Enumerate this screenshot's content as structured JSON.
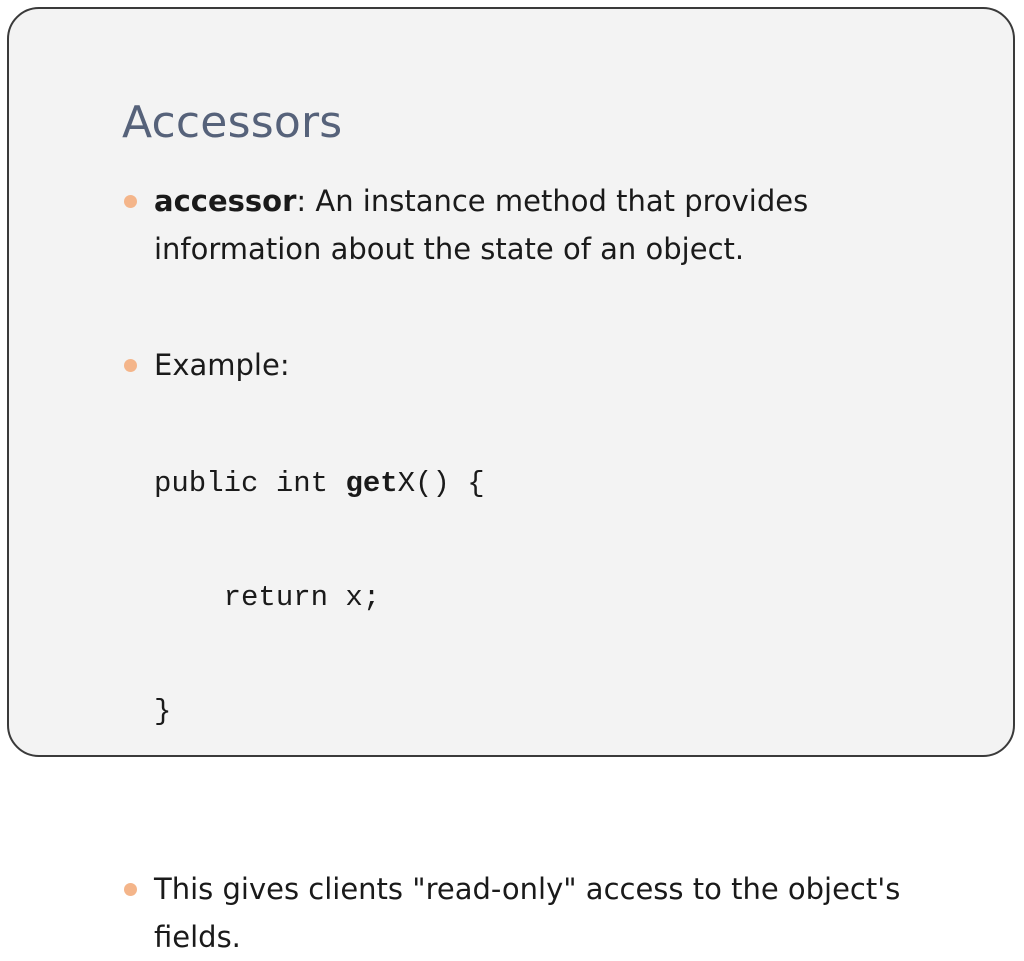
{
  "slide": {
    "title": "Accessors",
    "bullets": [
      {
        "term": "accessor",
        "text": ": An instance method that provides information about the state of an object."
      },
      {
        "text": "Example:",
        "code": {
          "line1_pre": "public int ",
          "line1_bold": "get",
          "line1_post": "X() {",
          "line2": "    return x;",
          "line3": "}"
        }
      },
      {
        "text": "This gives clients \"read-only\" access to the object's fields."
      }
    ]
  },
  "colors": {
    "title": "#56627a",
    "bullet": "#f4b58a",
    "background": "#f3f3f3",
    "border": "#3a3a3a"
  },
  "icons": {
    "bullet": "bullet-dot-icon"
  }
}
